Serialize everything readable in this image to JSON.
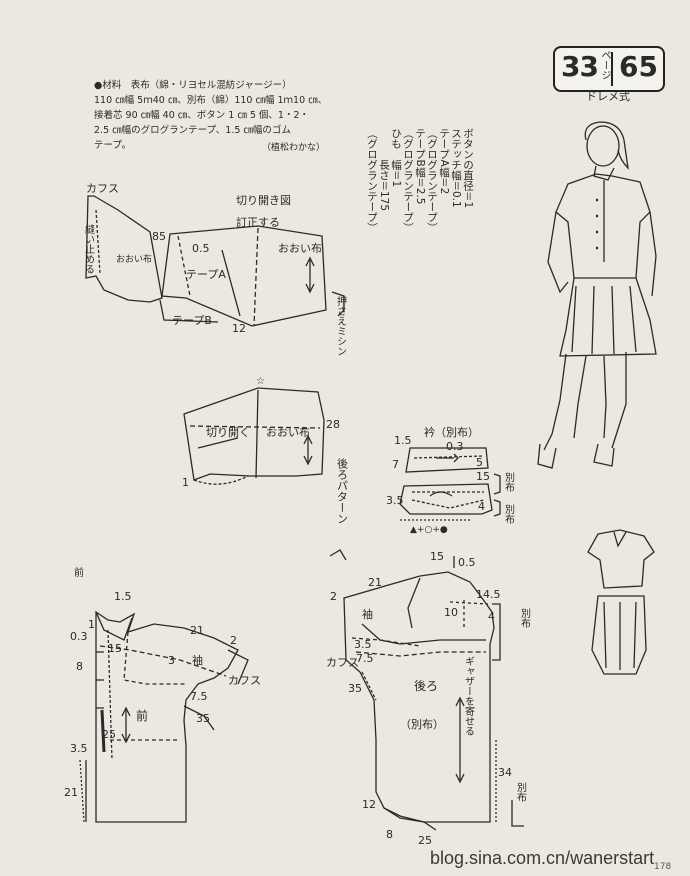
{
  "header": {
    "page_label_num": "33",
    "page_label_unit": "ページ",
    "pattern_no": "65",
    "subtitle": "ドレメ式"
  },
  "materials": {
    "text": "●材料　表布（綿・リヨセル混紡ジャージー）\n110 ㎝幅 5ｍ40 ㎝、別布（綿）110 ㎝幅 1ｍ10 ㎝、\n接着芯 90 ㎝幅 40 ㎝、ボタン 1 ㎝ 5 個、1・2・\n2.5 ㎝幅のグログランテープ、1.5 ㎝幅のゴム\nテープ。",
    "credit": "（植松わかな）"
  },
  "notes": {
    "text": "ボタンの直径＝1\nステッチ幅＝0.1\nテープA幅＝2\n（グログランテープ）\nテープB幅＝2.5\n（グログランテープ）\nひも　幅＝1\n　　　長さ＝175\n（グログランテープ）"
  },
  "sleeve_diagram": {
    "title": "切り開き図",
    "tsuke": "訂正する",
    "cuffs": "カフス",
    "sew_stop": "縫い止める",
    "ooi1": "おおい布",
    "ooi2": "おおい布",
    "tapeA": "テープA",
    "tapeB": "テープB",
    "n85": "85",
    "n05": "0.5",
    "n12": "12",
    "press": "押さえミシン"
  },
  "sleeve_open": {
    "kirihiraku": "切り開く",
    "ooi": "おおい布",
    "n28": "28",
    "n1": "1",
    "back_pattern": "後ろパターン"
  },
  "collar": {
    "title": "衿（別布）",
    "n15": "1.5",
    "n03": "0.3",
    "n7": "7",
    "n5": "5",
    "n15b": "15",
    "n35": "3.5",
    "n4": "4",
    "betsu1": "別布",
    "betsu2": "別布",
    "legend": "▲+○+●"
  },
  "front": {
    "label": "前",
    "sode": "袖",
    "cuffs": "カフス",
    "n15": "1.5",
    "n1": "1",
    "n03": "0.3",
    "n8": "8",
    "n15b": "15",
    "n3": "3",
    "n21": "21",
    "n2": "2",
    "n75": "7.5",
    "n35": "35",
    "n25": "25",
    "n35b": "3.5",
    "n21b": "21"
  },
  "back": {
    "label": "後ろ",
    "betsu": "（別布）",
    "sode": "袖",
    "cuffs": "カフス",
    "gather": "ギャザーを寄せる",
    "n15": "15",
    "n05": "0.5",
    "n21": "21",
    "n2": "2",
    "n145": "14.5",
    "n10": "10",
    "n4": "4",
    "n35": "3.5",
    "n75": "7.5",
    "n35b": "35",
    "n34": "34",
    "n12": "12",
    "n8": "8",
    "n25": "25",
    "betsu1": "別布",
    "betsu2": "別布",
    "front_label": "前"
  },
  "watermark": "blog.sina.com.cn/wanerstart",
  "folio": "178"
}
